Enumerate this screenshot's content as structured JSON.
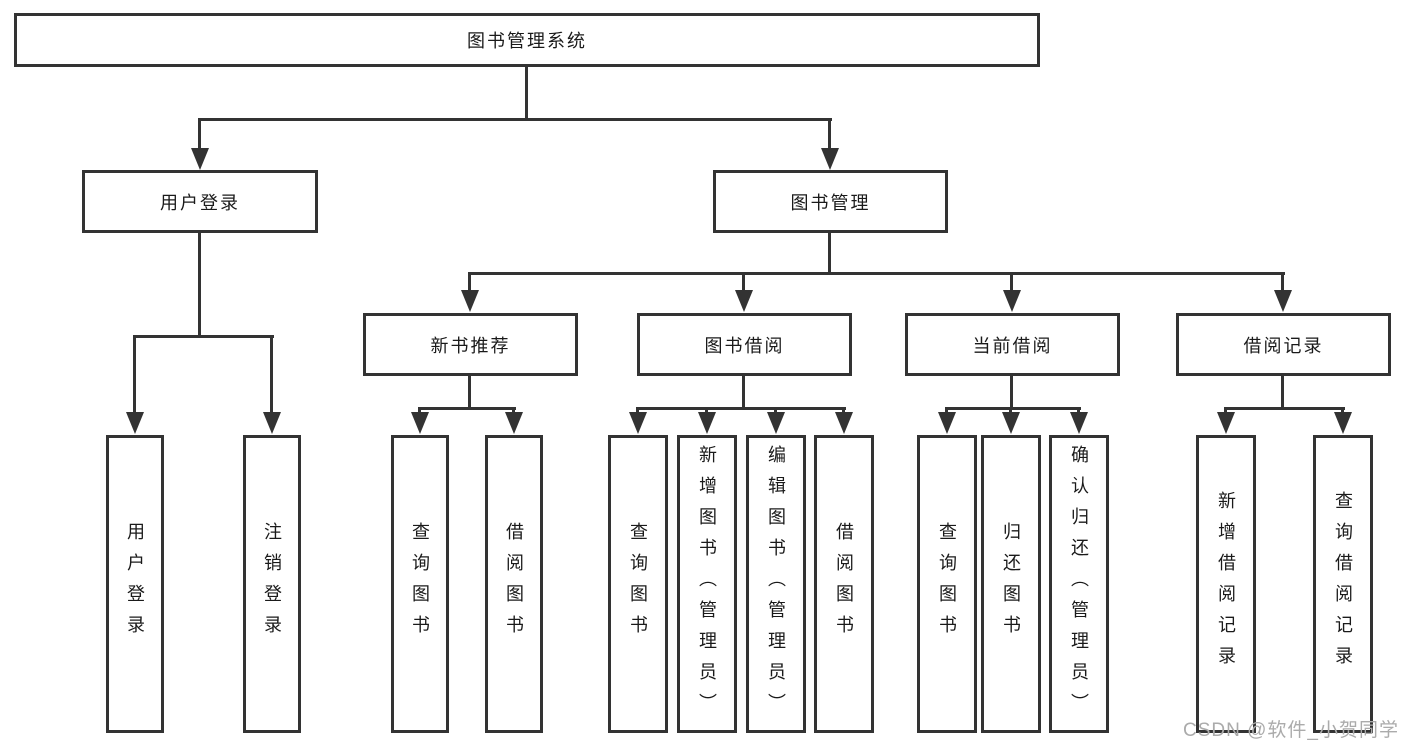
{
  "tree": {
    "root": {
      "label": "图书管理系统"
    },
    "branches": [
      {
        "label": "用户登录",
        "children": [
          {
            "label": "用户登录"
          },
          {
            "label": "注销登录"
          }
        ]
      },
      {
        "label": "图书管理",
        "children": [
          {
            "label": "新书推荐",
            "children": [
              {
                "label": "查询图书"
              },
              {
                "label": "借阅图书"
              }
            ]
          },
          {
            "label": "图书借阅",
            "children": [
              {
                "label": "查询图书"
              },
              {
                "label": "新增图书（管理员）"
              },
              {
                "label": "编辑图书（管理员）"
              },
              {
                "label": "借阅图书"
              }
            ]
          },
          {
            "label": "当前借阅",
            "children": [
              {
                "label": "查询图书"
              },
              {
                "label": "归还图书"
              },
              {
                "label": "确认归还（管理员）"
              }
            ]
          },
          {
            "label": "借阅记录",
            "children": [
              {
                "label": "新增借阅记录"
              },
              {
                "label": "查询借阅记录"
              }
            ]
          }
        ]
      }
    ]
  },
  "watermark": {
    "text": "CSDN @软件_小贺同学"
  },
  "colors": {
    "line": "#333333",
    "text": "#1a1a1a",
    "watermark": "#ababab",
    "background": "#ffffff"
  }
}
